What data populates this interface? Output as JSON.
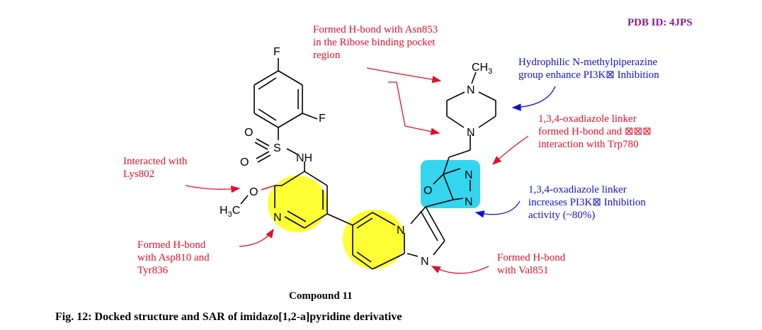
{
  "pdb_id": "PDB ID: 4JPS",
  "compound_label": "Compound 11",
  "figure_caption": "Fig. 12: Docked structure and SAR of imidazo[1,2-a]pyridine derivative",
  "colors": {
    "red_annotation": "#e0102a",
    "blue_annotation": "#1010d0",
    "pdb_text": "#8b1a8b",
    "ring_highlight": "#ffff33",
    "oxadiazole_highlight": "#33d6ee"
  },
  "annotations": {
    "asn853": [
      "Formed H-bond with Asn853",
      "in the Ribose binding pocket",
      "region"
    ],
    "piperazine": [
      "Hydrophilic  N-methylpiperazine",
      "group enhance PI3K⊠ Inhibition"
    ],
    "trp780": [
      "1,3,4-oxadiazole linker",
      "formed H-bond and ⊠⊠⊠",
      "interaction with Trp780"
    ],
    "lys802": [
      "Interacted with",
      "Lys802"
    ],
    "oxadiazole_activity": [
      "1,3,4-oxadiazole          linker",
      "increases  PI3K⊠  Inhibition",
      "activity (~80%)"
    ],
    "asp810": [
      "Formed H-bond",
      "with Asp810 and",
      "Tyr836"
    ],
    "val851": [
      "Formed H-bond",
      "with Val851"
    ]
  },
  "atoms": {
    "F1": "F",
    "F2": "F",
    "O1": "O",
    "O2": "O",
    "S": "S",
    "NH": "NH",
    "O_methoxy": "O",
    "H3C_prefix": "H",
    "H3C_sub": "3",
    "H3C_suffix": "C",
    "N_pyridine": "N",
    "N_bridge": "N",
    "N_imidazole": "N",
    "O_oxadiazole": "O",
    "N_oxa1": "N",
    "N_oxa2": "N",
    "N_pip1": "N",
    "N_pip2": "N",
    "CH3_prefix": "CH",
    "CH3_sub": "3"
  }
}
